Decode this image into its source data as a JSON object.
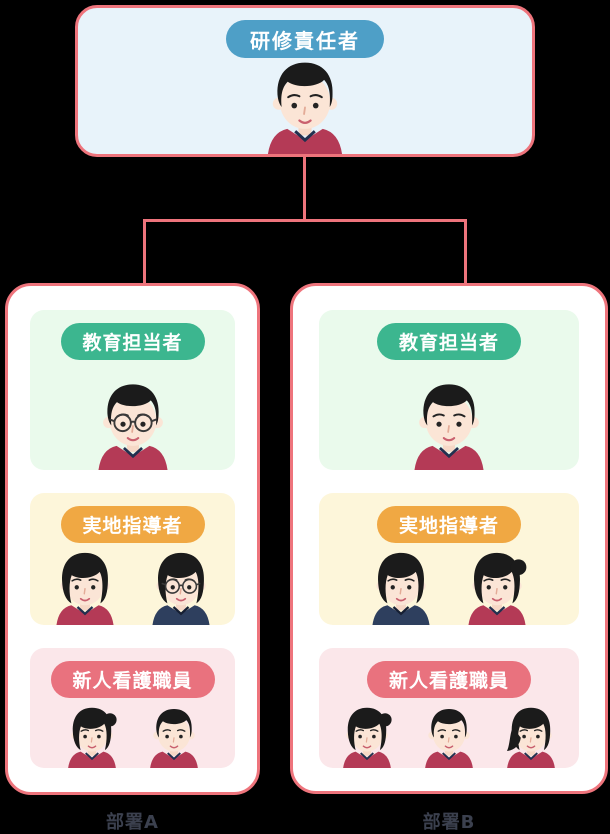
{
  "chart": {
    "root": {
      "label": "研修責任者",
      "members": [
        "man-red"
      ]
    },
    "departments": [
      {
        "name": "部署A",
        "roles": [
          {
            "key": "educator",
            "label": "教育担当者",
            "members": [
              "man-glasses-red"
            ]
          },
          {
            "key": "instructor",
            "label": "実地指導者",
            "members": [
              "woman-bob-red",
              "glasses-navy"
            ]
          },
          {
            "key": "newstaff",
            "label": "新人看護職員",
            "members": [
              "woman-bun-red",
              "man-red"
            ]
          }
        ]
      },
      {
        "name": "部署B",
        "roles": [
          {
            "key": "educator",
            "label": "教育担当者",
            "members": [
              "man-red"
            ]
          },
          {
            "key": "instructor",
            "label": "実地指導者",
            "members": [
              "woman-bob-navy",
              "woman-bun-red"
            ]
          },
          {
            "key": "newstaff",
            "label": "新人看護職員",
            "members": [
              "woman-bun-red",
              "man-red",
              "woman-side-red"
            ]
          }
        ]
      }
    ]
  },
  "colors": {
    "canvas-bg": "#000000",
    "line": "#ee747c",
    "card-border": "#ee747c",
    "card-bg": "#ffffff",
    "root-box-bg": "#e8f3fa",
    "root-pill": "#4e9fc7",
    "educator-bg": "#eafaec",
    "educator-pill": "#3cb68f",
    "instructor-bg": "#fdf6da",
    "instructor-pill": "#f0a843",
    "newstaff-bg": "#fbe7ea",
    "newstaff-pill": "#e9727e",
    "pill-text": "#ffffff",
    "dept-label": "#3b404e",
    "skin": "#fbe5d6",
    "skin-shade": "#f6d8c6",
    "hair": "#1b1b1b",
    "shirt-red": "#b43a56",
    "shirt-navy": "#2e3f5e",
    "collar-trim": "#22304f"
  }
}
